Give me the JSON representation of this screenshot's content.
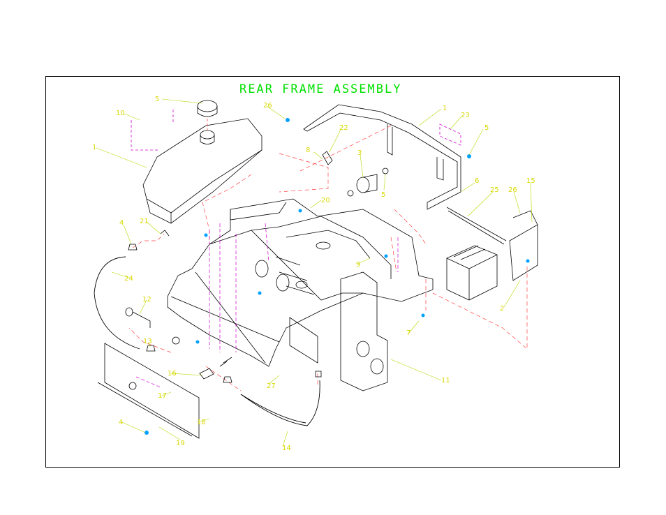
{
  "title": "REAR FRAME ASSEMBLY",
  "colors": {
    "part_lines": "#000000",
    "title": "#00e000",
    "callouts": "#d8d800",
    "leader_lines": "#b8d800",
    "hidden_lines": "#cc00cc",
    "dashed_connectors": "#ff4040",
    "fasteners": "#00a0ff"
  },
  "callouts": [
    "5",
    "1",
    "10",
    "1",
    "23",
    "22",
    "8",
    "3",
    "20",
    "6",
    "2",
    "25",
    "26",
    "15",
    "4",
    "21",
    "24",
    "12",
    "13",
    "16",
    "17",
    "18",
    "19",
    "14",
    "11",
    "7",
    "9",
    "27"
  ]
}
